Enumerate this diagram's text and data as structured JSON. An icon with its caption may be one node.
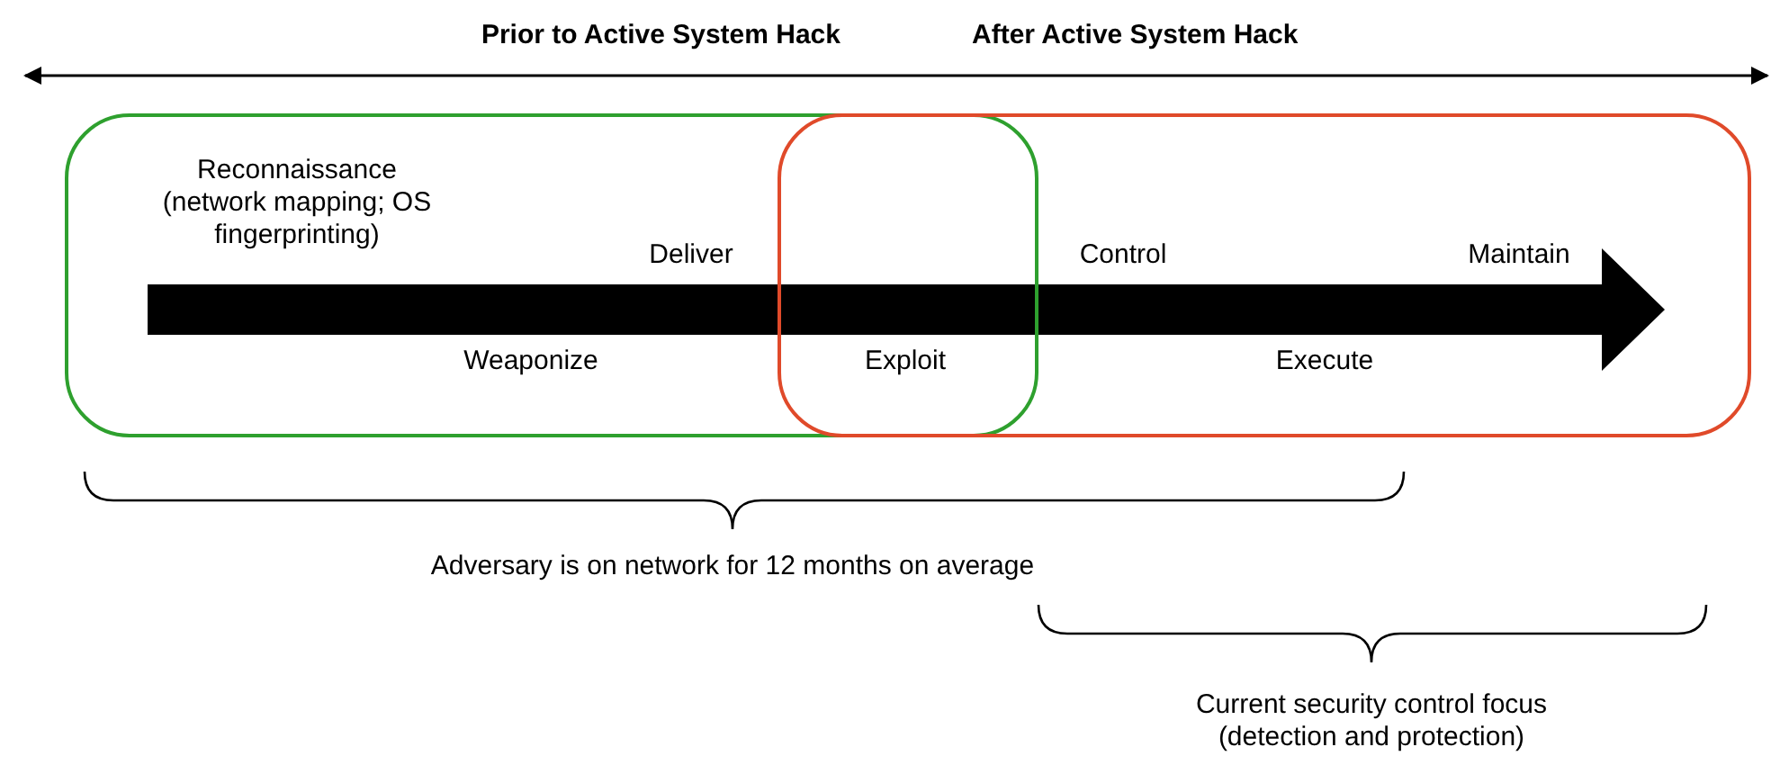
{
  "diagram": {
    "nodes": [
      {
        "text": [],
        "shape": "box"
      },
      {
        "text": [],
        "shape": "box"
      }
    ],
    "edges": [],
    "labels": [
      "Prior to Active System Hack",
      "After Active System Hack",
      "Reconnaissance (network mapping; OS fingerprinting)",
      "Deliver",
      "Control",
      "Maintain",
      "Weaponize",
      "Exploit",
      "Execute",
      "Adversary is on network for 12 months on average",
      "Current security control focus (detection and protection)"
    ]
  }
}
